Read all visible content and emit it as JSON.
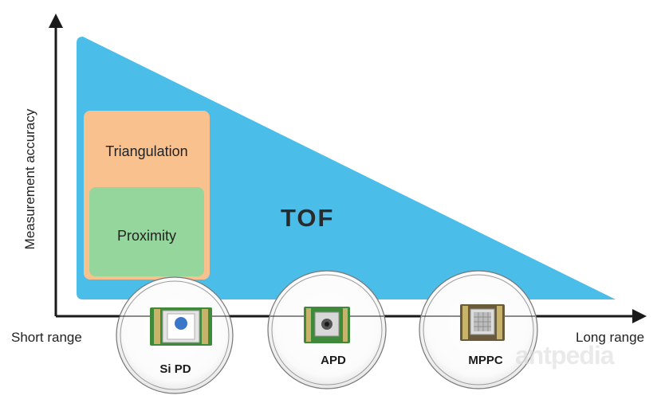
{
  "axes": {
    "y_label": "Measurement accuracy",
    "x_left_label": "Short range",
    "x_right_label": "Long range"
  },
  "regions": {
    "tof": "TOF",
    "triangulation": "Triangulation",
    "proximity": "Proximity"
  },
  "devices": [
    {
      "label": "Si PD",
      "icon": "si-pd-chip-icon"
    },
    {
      "label": "APD",
      "icon": "apd-chip-icon"
    },
    {
      "label": "MPPC",
      "icon": "mppc-chip-icon"
    }
  ],
  "watermark": "antpedia",
  "colors": {
    "tof": "#4bbde9",
    "triangulation": "#f9c18e",
    "proximity": "#95d69c",
    "axis": "#1a1a1a",
    "pcb": "#3f8a3a"
  }
}
